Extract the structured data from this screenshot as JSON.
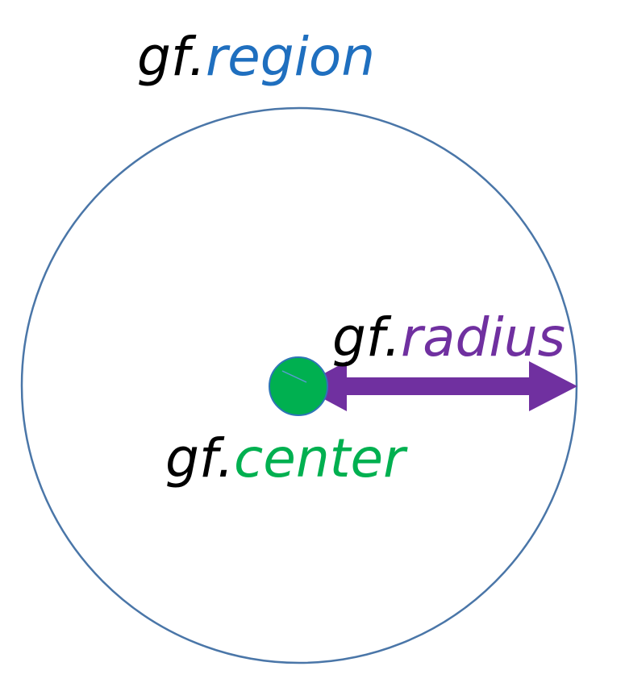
{
  "labels": {
    "region": {
      "prefix": "gf.",
      "name": "region"
    },
    "radius": {
      "prefix": "gf.",
      "name": "radius"
    },
    "center": {
      "prefix": "gf.",
      "name": "center"
    }
  },
  "colors": {
    "prefix": "#000000",
    "region": "#1f6fbf",
    "region_outline": "#4a76a8",
    "radius": "#7030a0",
    "center": "#00b050",
    "center_outline": "#2e75b6"
  }
}
